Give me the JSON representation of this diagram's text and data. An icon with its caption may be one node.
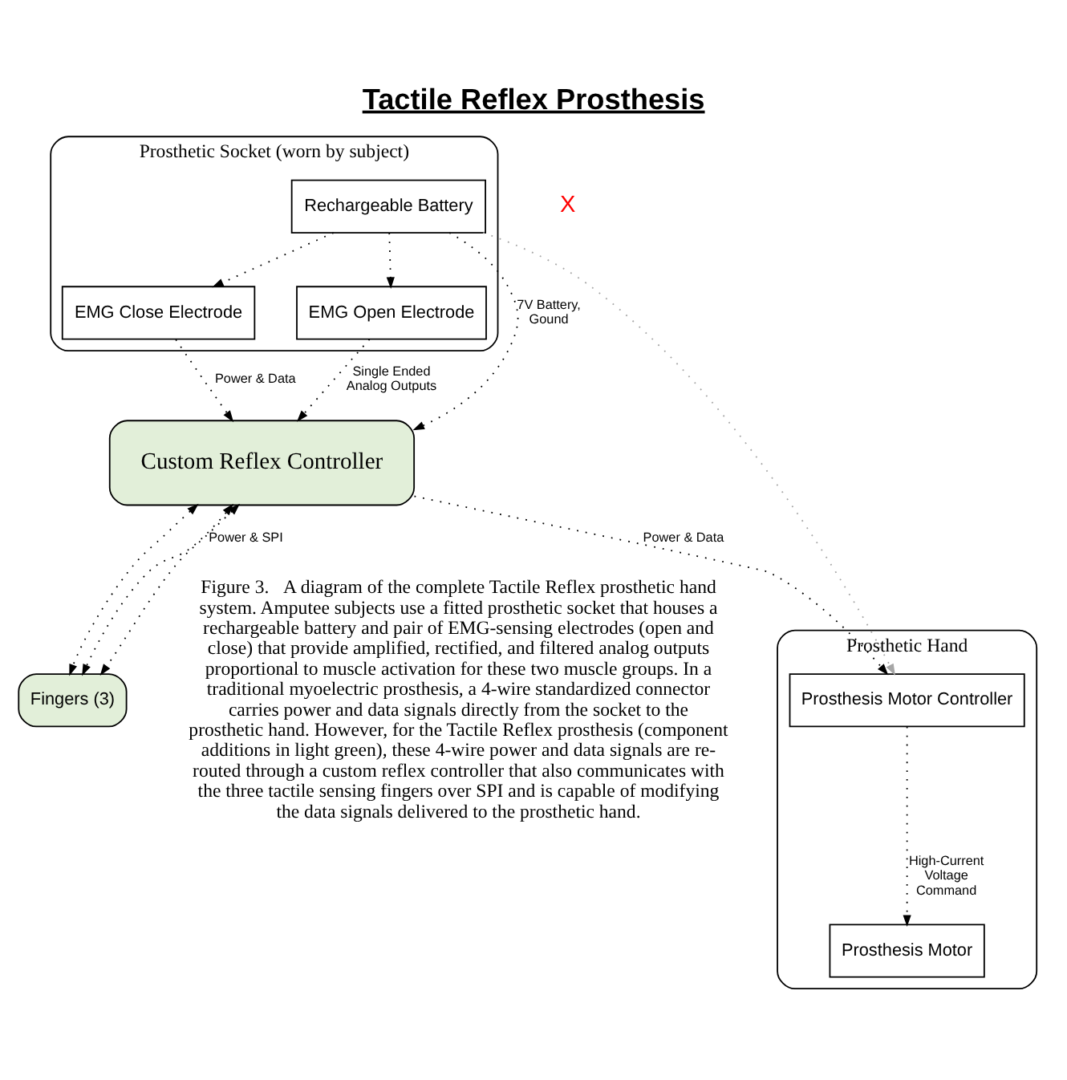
{
  "diagram": {
    "title": "Tactile Reflex Prosthesis",
    "caption": "Figure 3.   A diagram of the complete Tactile Reflex prosthetic hand system. Amputee subjects use a fitted prosthetic socket that houses a rechargeable battery and pair of EMG-sensing electrodes (open and close) that provide amplified, rectified, and filtered analog outputs proportional to muscle activation for these two muscle groups. In a traditional myoelectric prosthesis, a 4-wire standardized connector carries power and data signals directly from the socket to the prosthetic hand. However, for the Tactile Reflex prosthesis (component additions in light green), these 4-wire power and data signals are re-routed through a custom reflex controller that also communicates with the three tactile sensing fingers over SPI and is capable of modifying the data signals delivered to the prosthetic hand.",
    "nodes": [
      {
        "text": [
          "Prosthetic Socket (worn by subject)"
        ]
      },
      {
        "text": [
          "Rechargeable Battery"
        ],
        "in": 0
      },
      {
        "text": [
          "EMG Open Electrode"
        ],
        "in": 0
      },
      {
        "text": [
          "EMG Close Electrode"
        ],
        "in": 0
      },
      {
        "text": [
          "Prosthetic Hand"
        ]
      },
      {
        "text": [
          "Prosthesis Motor Controller"
        ],
        "in": 4
      },
      {
        "text": [
          "Prosthesis Motor"
        ],
        "in": 4
      },
      {
        "text": [
          "Fingers (3)"
        ]
      },
      {
        "text": [
          "Custom Reflex Controller"
        ]
      }
    ],
    "edges": [
      {
        "from": 1,
        "to": 2,
        "arrow": "to"
      },
      {
        "from": 1,
        "to": 3,
        "arrow": "to"
      },
      {
        "from": 1,
        "to": 8,
        "arrow": "to",
        "label": "7V Battery, Gound"
      },
      {
        "from": 2,
        "to": 8,
        "arrow": "to",
        "label": "Single Ended Analog Outputs"
      },
      {
        "from": 3,
        "to": 8,
        "arrow": "to",
        "label": "Power & Data"
      },
      {
        "from": 1,
        "to": 5,
        "arrow": "to",
        "color": "#a6a6a6"
      },
      {
        "from": 8,
        "to": 5,
        "arrow": "to",
        "label": "Power & Data"
      },
      {
        "from": 5,
        "to": 6,
        "arrow": "to",
        "label": "High-Current Voltage Command"
      },
      {
        "from": 8,
        "to": 7,
        "arrow": "both",
        "label": "Power & SPI"
      },
      {
        "from": 8,
        "to": 7,
        "arrow": "both"
      },
      {
        "from": 8,
        "to": 7,
        "arrow": "both"
      }
    ],
    "labels": [
      "X"
    ]
  }
}
